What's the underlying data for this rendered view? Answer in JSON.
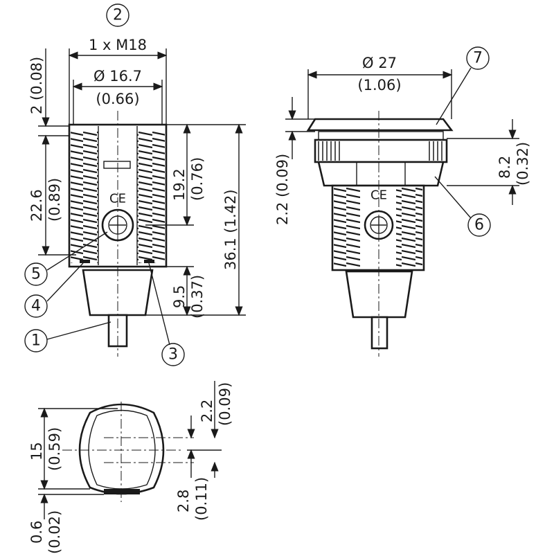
{
  "title": "Dimensional drawing M18 sensor",
  "callouts": [
    "1",
    "2",
    "3",
    "4",
    "5",
    "6",
    "7"
  ],
  "front_view": {
    "thread": "1 x M18",
    "dia": "Ø 16.7",
    "dia_in": "(0.66)",
    "top_gap": "2 (0.08)",
    "thread_len": "22.6",
    "thread_len_in": "(0.89)",
    "inner_len": "19.2",
    "inner_len_in": "(0.76)",
    "total_len": "36.1 (1.42)",
    "housing_len": "9.5",
    "housing_len_in": "(0.37)",
    "ce_mark": "CE"
  },
  "side_view": {
    "cap_dia": "Ø 27",
    "cap_dia_in": "(1.06)",
    "cap_thk": "2.2 (0.09)",
    "nut_h": "8.2",
    "nut_h_in": "(0.32)",
    "ce_mark": "CE"
  },
  "bottom_view": {
    "height": "15",
    "height_in": "(0.59)",
    "off1": "2.2",
    "off1_in": "(0.09)",
    "off2": "2.8",
    "off2_in": "(0.11)",
    "lip": "0.6",
    "lip_in": "(0.02)"
  }
}
